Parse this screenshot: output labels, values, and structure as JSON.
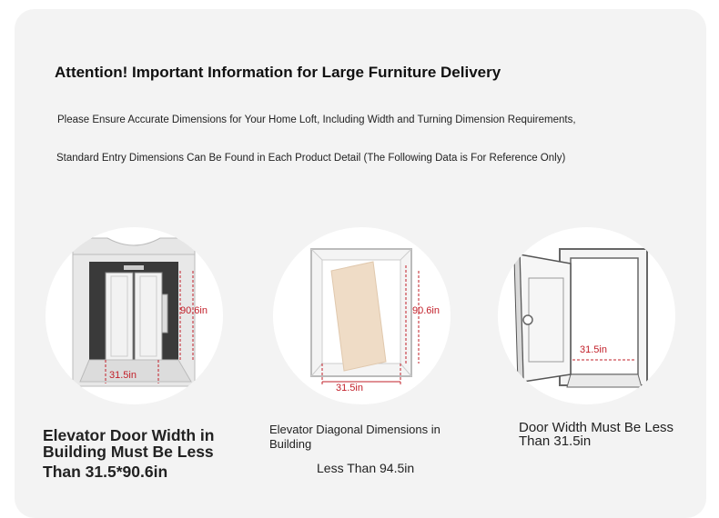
{
  "header": {
    "title": "Attention! Important Information for Large Furniture Delivery",
    "line1": "Please Ensure Accurate Dimensions for Your Home Loft, Including Width and Turning Dimension Requirements,",
    "line2": "Standard Entry Dimensions Can Be Found in Each Product Detail (The Following Data is For Reference Only)"
  },
  "panels": [
    {
      "icon": "elevator-door-icon",
      "height_label": "90.6in",
      "width_label": "31.5in",
      "caption_lines": [
        "Elevator Door Width in",
        "Building Must Be Less",
        "Than 31.5*90.6in"
      ]
    },
    {
      "icon": "elevator-diagonal-icon",
      "height_label": "90.6in",
      "width_label": "31.5in",
      "caption": "Elevator Diagonal Dimensions in Building",
      "caption_sub": "Less Than 94.5in"
    },
    {
      "icon": "open-door-icon",
      "width_label": "31.5in",
      "caption_lines": [
        "Door Width Must Be Less",
        "Than 31.5in"
      ]
    }
  ],
  "colors": {
    "background": "#f3f3f3",
    "dimension": "#c2202a",
    "elevator_frame": "#3a3a3a"
  }
}
